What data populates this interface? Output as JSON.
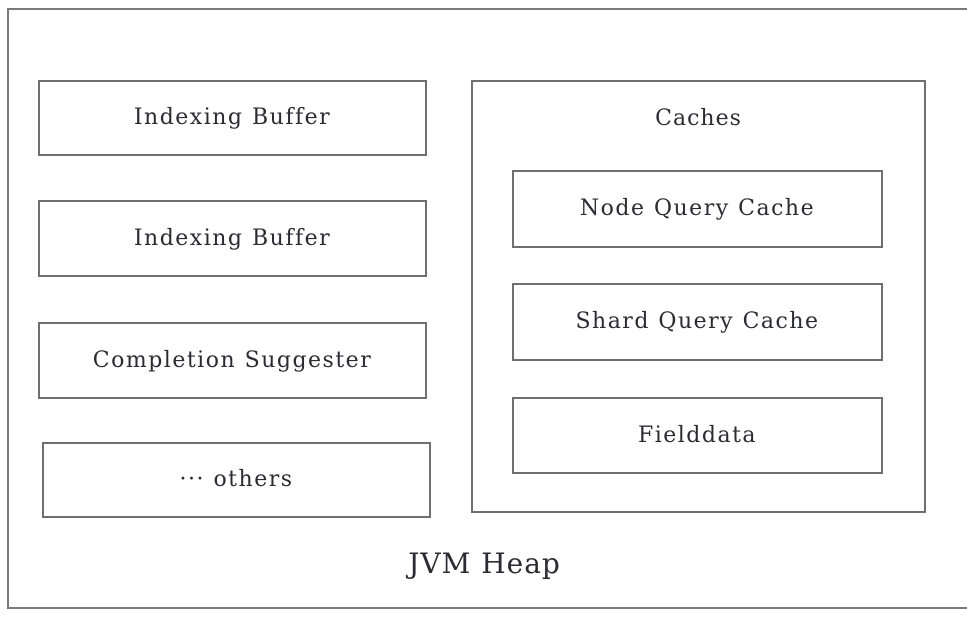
{
  "diagram": {
    "title": "JVM Heap",
    "frame_label": "JVM Heap",
    "border_color": "#6f6f6f",
    "background_color": "#ffffff",
    "text_color": "#2b2b33",
    "left_column": [
      {
        "label": "Indexing Buffer"
      },
      {
        "label": "Indexing Buffer"
      },
      {
        "label": "Completion Suggester"
      },
      {
        "label": "··· others"
      }
    ],
    "caches_group": {
      "title": "Caches",
      "items": [
        {
          "label": "Node Query Cache"
        },
        {
          "label": "Shard Query Cache"
        },
        {
          "label": "Fielddata"
        }
      ]
    }
  }
}
